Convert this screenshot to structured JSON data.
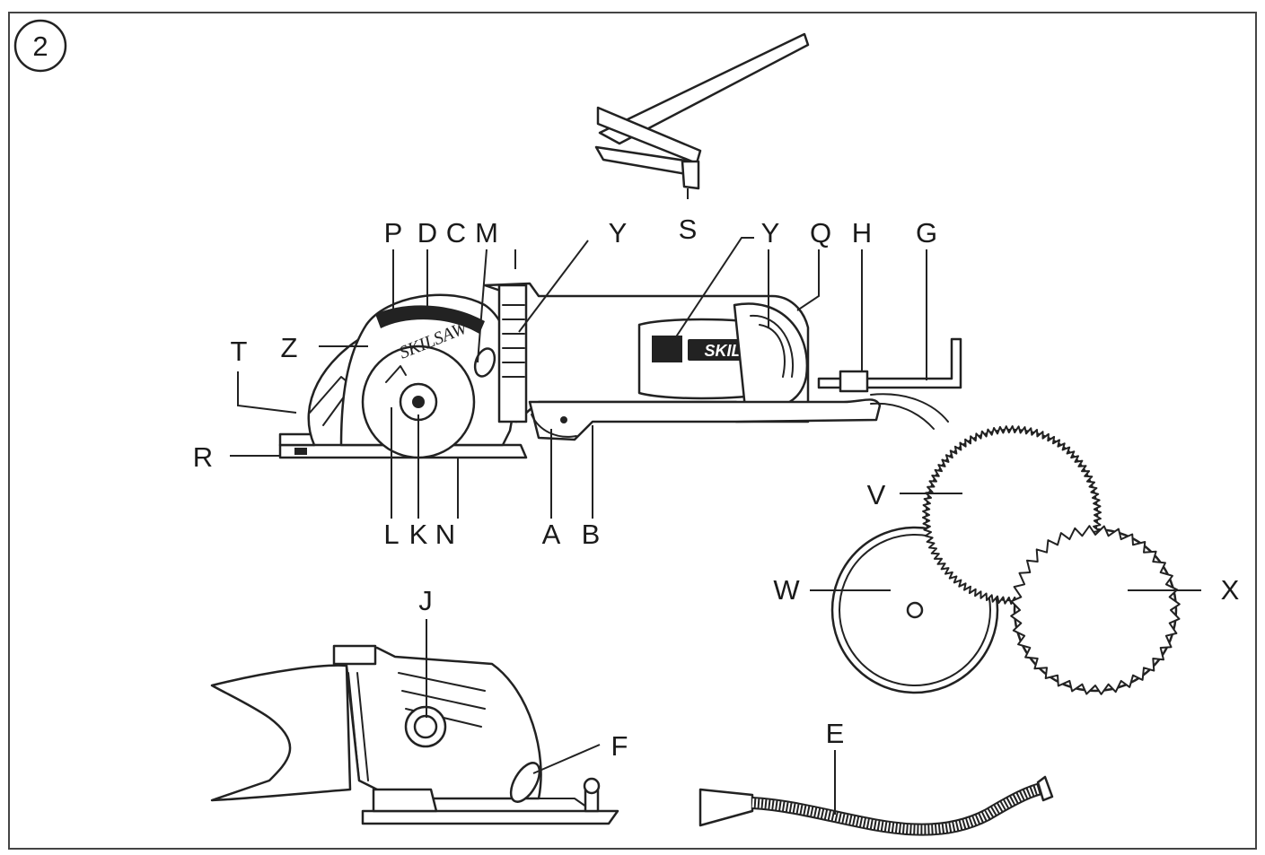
{
  "figure_number": "2",
  "brand": "SKIL",
  "blade_text": "SKILSAW",
  "labels": {
    "P": "P",
    "D": "D",
    "C": "C",
    "M": "M",
    "Y1": "Y",
    "S": "S",
    "Y2": "Y",
    "Q": "Q",
    "H": "H",
    "G": "G",
    "T": "T",
    "Z": "Z",
    "R": "R",
    "L": "L",
    "K": "K",
    "N": "N",
    "A": "A",
    "B": "B",
    "V": "V",
    "W": "W",
    "X": "X",
    "J": "J",
    "F": "F",
    "E": "E"
  },
  "colors": {
    "line": "#222222",
    "frame": "#444444",
    "background": "#ffffff"
  }
}
